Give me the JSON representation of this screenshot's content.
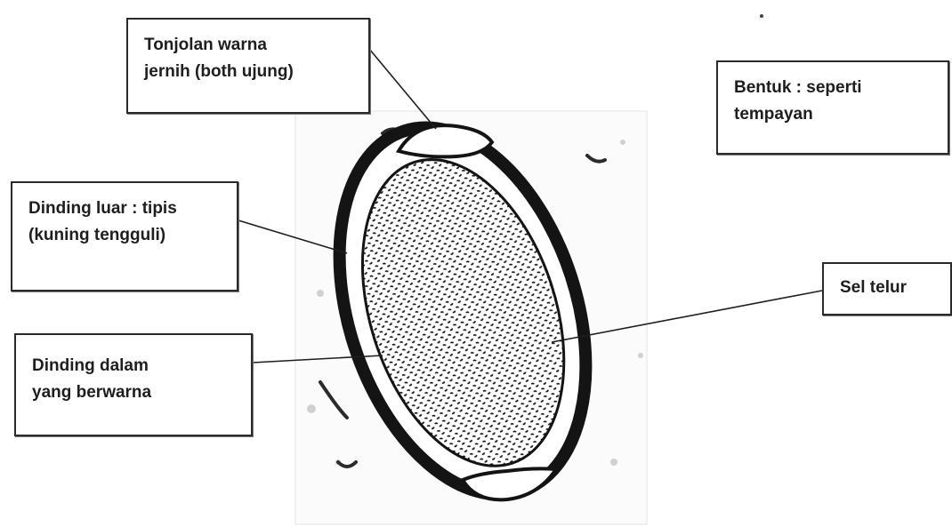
{
  "labels": {
    "tonjolan": {
      "line1": "Tonjolan warna",
      "line2": "jernih (both ujung)"
    },
    "bentuk": {
      "line1": "Bentuk : seperti",
      "line2": "tempayan"
    },
    "dinding_luar": {
      "line1": "Dinding luar : tipis",
      "line2": "(kuning tengguli)"
    },
    "sel_telur": {
      "line1": "Sel telur"
    },
    "dinding_dalam": {
      "line1": "Dinding dalam",
      "line2": "yang berwarna"
    }
  },
  "colors": {
    "ink": "#141414",
    "paper": "#ffffff",
    "grain": "#cfcfcf"
  },
  "icons": {
    "specimen": "egg-micrograph-icon"
  }
}
